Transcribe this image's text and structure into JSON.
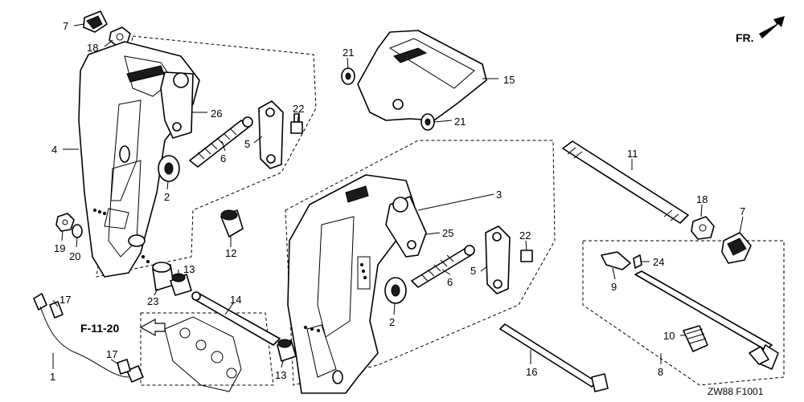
{
  "direction": {
    "label": "FR."
  },
  "reference": {
    "label": "F-11-20"
  },
  "diagram_code": "ZW88  F1001",
  "callouts": [
    {
      "id": "c7a",
      "text": "7"
    },
    {
      "id": "c18a",
      "text": "18"
    },
    {
      "id": "c4",
      "text": "4"
    },
    {
      "id": "c19",
      "text": "19"
    },
    {
      "id": "c20",
      "text": "20"
    },
    {
      "id": "c26",
      "text": "26"
    },
    {
      "id": "c2a",
      "text": "2"
    },
    {
      "id": "c6a",
      "text": "6"
    },
    {
      "id": "c5a",
      "text": "5"
    },
    {
      "id": "c22a",
      "text": "22"
    },
    {
      "id": "c21a",
      "text": "21"
    },
    {
      "id": "c21b",
      "text": "21"
    },
    {
      "id": "c15",
      "text": "15"
    },
    {
      "id": "c12",
      "text": "12"
    },
    {
      "id": "c13a",
      "text": "13"
    },
    {
      "id": "c23",
      "text": "23"
    },
    {
      "id": "c14",
      "text": "14"
    },
    {
      "id": "c13b",
      "text": "13"
    },
    {
      "id": "c17a",
      "text": "17"
    },
    {
      "id": "c17b",
      "text": "17"
    },
    {
      "id": "c1",
      "text": "1"
    },
    {
      "id": "c3",
      "text": "3"
    },
    {
      "id": "c25",
      "text": "25"
    },
    {
      "id": "c2b",
      "text": "2"
    },
    {
      "id": "c6b",
      "text": "6"
    },
    {
      "id": "c5b",
      "text": "5"
    },
    {
      "id": "c22b",
      "text": "22"
    },
    {
      "id": "c11",
      "text": "11"
    },
    {
      "id": "c18b",
      "text": "18"
    },
    {
      "id": "c7b",
      "text": "7"
    },
    {
      "id": "c24",
      "text": "24"
    },
    {
      "id": "c9",
      "text": "9"
    },
    {
      "id": "c10",
      "text": "10"
    },
    {
      "id": "c16",
      "text": "16"
    },
    {
      "id": "c8",
      "text": "8"
    }
  ]
}
